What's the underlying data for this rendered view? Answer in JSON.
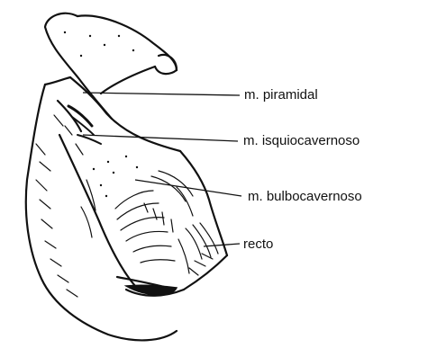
{
  "diagram": {
    "labels": [
      {
        "id": "piramidal",
        "text": "m. piramidal"
      },
      {
        "id": "isquiocavernoso",
        "text": "m. isquiocavernoso"
      },
      {
        "id": "bulbocavernoso",
        "text": "m. bulbocavernoso"
      },
      {
        "id": "recto",
        "text": "recto"
      }
    ],
    "colors": {
      "ink": "#111111",
      "background": "#ffffff"
    }
  }
}
